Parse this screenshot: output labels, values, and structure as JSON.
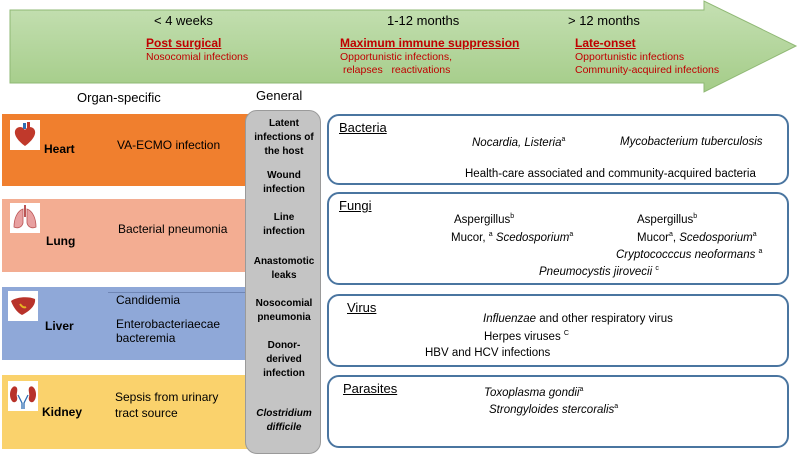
{
  "timeline": {
    "periods": [
      {
        "label": "< 4 weeks",
        "title": "Post surgical",
        "desc": [
          "Nosocomial infections"
        ]
      },
      {
        "label": "1-12 months",
        "title": "Maximum immune suppression",
        "desc": [
          "Opportunistic infections,",
          "relapses   reactivations"
        ]
      },
      {
        "label": "> 12 months",
        "title": "Late-onset",
        "desc": [
          "Opportunistic infections",
          "Community-acquired infections"
        ]
      }
    ]
  },
  "headers": {
    "organ_specific": "Organ-specific",
    "general": "General"
  },
  "colors": {
    "heart": "#f07f2e",
    "lung": "#f3ad92",
    "liver": "#8fa8d8",
    "kidney": "#fad26c",
    "arrow": "#a9d08e",
    "general": "#c4c4c4",
    "box_border": "#4a75a0",
    "accent_red": "#c00000"
  },
  "organs": [
    {
      "name": "Heart",
      "icon": "heart-icon",
      "text": [
        "VA-ECMO infection"
      ]
    },
    {
      "name": "Lung",
      "icon": "lung-icon",
      "text": [
        "Bacterial pneumonia"
      ]
    },
    {
      "name": "Liver",
      "icon": "liver-icon",
      "text": [
        "Candidemia",
        "Enterobacteriaecae",
        "bacteremia"
      ]
    },
    {
      "name": "Kidney",
      "icon": "kidney-icon",
      "text": [
        "Sepsis from urinary",
        "tract source"
      ]
    }
  ],
  "general": [
    [
      "Latent",
      "infections of",
      "the host"
    ],
    [
      "Wound",
      "infection"
    ],
    [
      "Line",
      "infection"
    ],
    [
      "Anastomotic",
      "leaks"
    ],
    [
      "Nosocomial",
      "pneumonia"
    ],
    [
      "Donor-",
      "derived",
      "infection"
    ],
    [
      "Clostridium",
      "difficile"
    ]
  ],
  "pathogens": {
    "bacteria": {
      "title": "Bacteria",
      "l1a": "Nocardia, Listeria",
      "l1a_sup": "a",
      "l1b": "Mycobacterium tuberculosis",
      "l2": "Health-care associated and community-acquired bacteria"
    },
    "fungi": {
      "title": "Fungi",
      "asp1": "Aspergillus",
      "asp1_sup": "b",
      "asp2": "Aspergillus",
      "asp2_sup": "b",
      "muc1": "Mucor,",
      "muc1_sup": "a",
      "sced1": "Scedosporium",
      "sced1_sup": "a",
      "muc2": "Mucor",
      "muc2_sup": "a",
      "sced2": "Scedosporium",
      "sced2_sup": "a",
      "crypto": "Cryptococccus neoformans",
      "crypto_sup": "a",
      "pneumo": "Pneumocystis jirovecii",
      "pneumo_sup": "c"
    },
    "virus": {
      "title": "Virus",
      "influ_it": "Influenzae",
      "influ_rest": " and other respiratory virus",
      "herpes": "Herpes viruses",
      "herpes_sup": "C",
      "hbv": "HBV and HCV infections"
    },
    "parasites": {
      "title": "Parasites",
      "toxo": "Toxoplasma gondii",
      "toxo_sup": "a",
      "strongy": "Strongyloides stercoralis",
      "strongy_sup": "a"
    }
  }
}
